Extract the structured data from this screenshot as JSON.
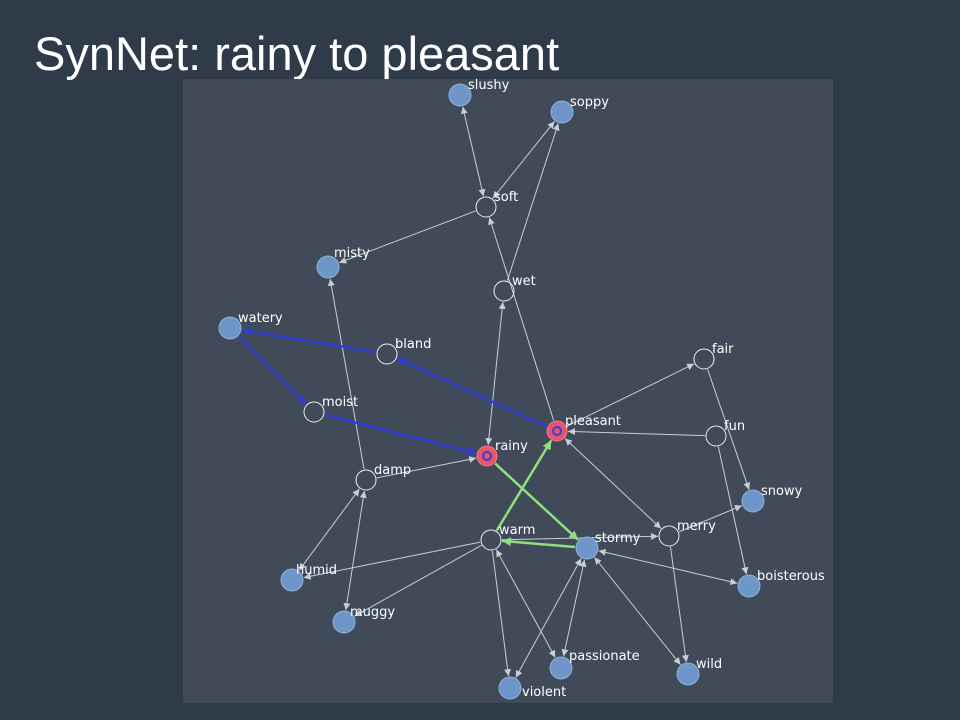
{
  "title": "SynNet: rainy to pleasant",
  "colors": {
    "panel_background": "#404a59",
    "edge_default": "#c9ced6",
    "path_blue": "#2f3fd6",
    "path_green": "#8fe07e",
    "node_synonym_fill": "#6f96c8",
    "node_endpoint_fill": "#e8546a"
  },
  "nodes": [
    {
      "id": "slushy",
      "label": "slushy",
      "kind": "leaf"
    },
    {
      "id": "soppy",
      "label": "soppy",
      "kind": "leaf"
    },
    {
      "id": "soft",
      "label": "soft",
      "kind": "hub"
    },
    {
      "id": "misty",
      "label": "misty",
      "kind": "leaf"
    },
    {
      "id": "wet",
      "label": "wet",
      "kind": "hub"
    },
    {
      "id": "watery",
      "label": "watery",
      "kind": "leaf"
    },
    {
      "id": "bland",
      "label": "bland",
      "kind": "hub"
    },
    {
      "id": "fair",
      "label": "fair",
      "kind": "hub"
    },
    {
      "id": "moist",
      "label": "moist",
      "kind": "hub"
    },
    {
      "id": "pleasant",
      "label": "pleasant",
      "kind": "endpoint"
    },
    {
      "id": "fun",
      "label": "fun",
      "kind": "hub"
    },
    {
      "id": "rainy",
      "label": "rainy",
      "kind": "endpoint"
    },
    {
      "id": "damp",
      "label": "damp",
      "kind": "hub"
    },
    {
      "id": "snowy",
      "label": "snowy",
      "kind": "leaf"
    },
    {
      "id": "merry",
      "label": "merry",
      "kind": "hub"
    },
    {
      "id": "warm",
      "label": "warm",
      "kind": "hub"
    },
    {
      "id": "stormy",
      "label": "stormy",
      "kind": "leaf"
    },
    {
      "id": "humid",
      "label": "humid",
      "kind": "leaf"
    },
    {
      "id": "boisterous",
      "label": "boisterous",
      "kind": "leaf"
    },
    {
      "id": "muggy",
      "label": "muggy",
      "kind": "leaf"
    },
    {
      "id": "passionate",
      "label": "passionate",
      "kind": "leaf"
    },
    {
      "id": "wild",
      "label": "wild",
      "kind": "leaf"
    },
    {
      "id": "violent",
      "label": "violent",
      "kind": "leaf"
    }
  ],
  "edges": [
    {
      "from": "soft",
      "to": "slushy",
      "style": "default",
      "bidirectional": true
    },
    {
      "from": "soft",
      "to": "soppy",
      "style": "default",
      "bidirectional": true
    },
    {
      "from": "wet",
      "to": "soppy",
      "style": "default",
      "bidirectional": false
    },
    {
      "from": "soft",
      "to": "misty",
      "style": "default",
      "bidirectional": false
    },
    {
      "from": "pleasant",
      "to": "soft",
      "style": "default",
      "bidirectional": false
    },
    {
      "from": "rainy",
      "to": "wet",
      "style": "default",
      "bidirectional": true
    },
    {
      "from": "damp",
      "to": "misty",
      "style": "default",
      "bidirectional": false
    },
    {
      "from": "pleasant",
      "to": "fair",
      "style": "default",
      "bidirectional": false
    },
    {
      "from": "fun",
      "to": "pleasant",
      "style": "default",
      "bidirectional": false
    },
    {
      "from": "fair",
      "to": "snowy",
      "style": "default",
      "bidirectional": false
    },
    {
      "from": "fun",
      "to": "boisterous",
      "style": "default",
      "bidirectional": false
    },
    {
      "from": "damp",
      "to": "rainy",
      "style": "default",
      "bidirectional": false
    },
    {
      "from": "damp",
      "to": "humid",
      "style": "default",
      "bidirectional": true
    },
    {
      "from": "damp",
      "to": "muggy",
      "style": "default",
      "bidirectional": true
    },
    {
      "from": "pleasant",
      "to": "merry",
      "style": "default",
      "bidirectional": true
    },
    {
      "from": "merry",
      "to": "snowy",
      "style": "default",
      "bidirectional": false
    },
    {
      "from": "merry",
      "to": "wild",
      "style": "default",
      "bidirectional": false
    },
    {
      "from": "warm",
      "to": "humid",
      "style": "default",
      "bidirectional": false
    },
    {
      "from": "warm",
      "to": "muggy",
      "style": "default",
      "bidirectional": false
    },
    {
      "from": "warm",
      "to": "merry",
      "style": "default",
      "bidirectional": false
    },
    {
      "from": "warm",
      "to": "passionate",
      "style": "default",
      "bidirectional": true
    },
    {
      "from": "warm",
      "to": "violent",
      "style": "default",
      "bidirectional": false
    },
    {
      "from": "stormy",
      "to": "boisterous",
      "style": "default",
      "bidirectional": true
    },
    {
      "from": "stormy",
      "to": "passionate",
      "style": "default",
      "bidirectional": true
    },
    {
      "from": "stormy",
      "to": "wild",
      "style": "default",
      "bidirectional": true
    },
    {
      "from": "stormy",
      "to": "violent",
      "style": "default",
      "bidirectional": true
    },
    {
      "from": "pleasant",
      "to": "bland",
      "style": "blue",
      "bidirectional": false
    },
    {
      "from": "bland",
      "to": "watery",
      "style": "blue",
      "bidirectional": false
    },
    {
      "from": "watery",
      "to": "moist",
      "style": "blue",
      "bidirectional": false
    },
    {
      "from": "moist",
      "to": "rainy",
      "style": "blue",
      "bidirectional": false
    },
    {
      "from": "rainy",
      "to": "stormy",
      "style": "green",
      "bidirectional": false
    },
    {
      "from": "stormy",
      "to": "warm",
      "style": "green",
      "bidirectional": false
    },
    {
      "from": "warm",
      "to": "pleasant",
      "style": "green",
      "bidirectional": false
    }
  ]
}
